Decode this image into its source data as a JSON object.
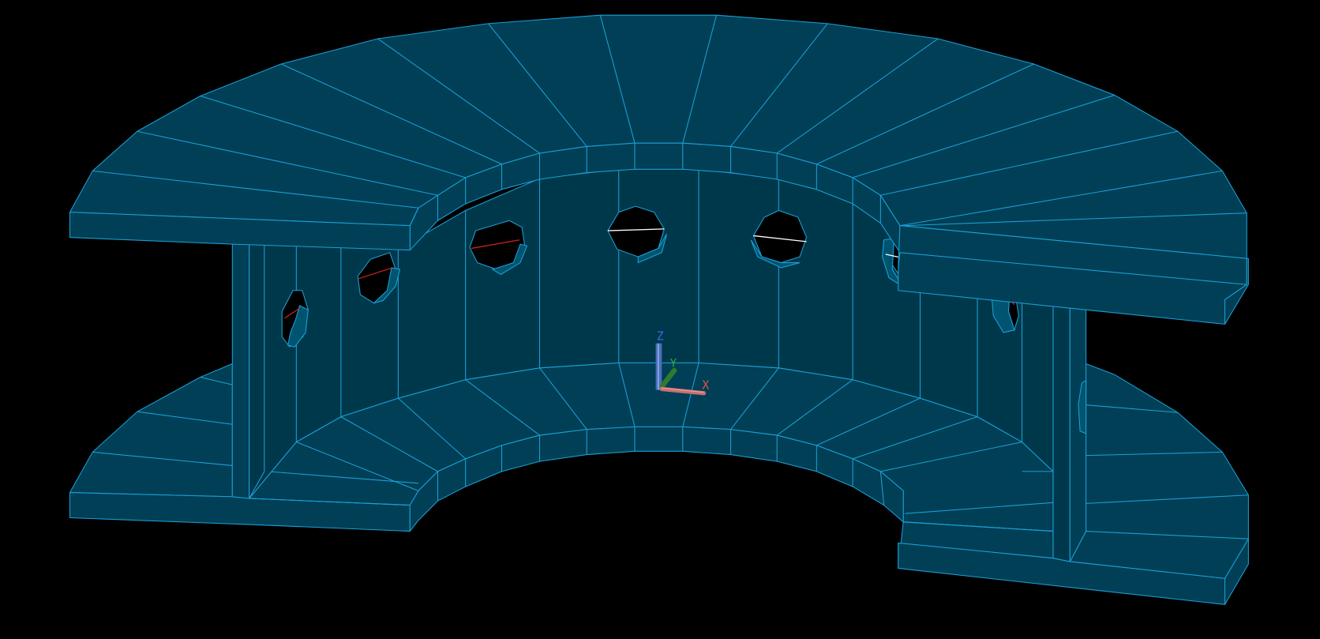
{
  "viewport": {
    "name": "3D model viewport",
    "background": "#000000",
    "visual_style": "shaded with edges",
    "face_color": "#003f55",
    "edge_color": "#1a9fd6"
  },
  "model": {
    "description": "Curved I-beam ring segment (annular top and bottom flanges with web) and circular bolt holes along the web",
    "hole_count_visible": 8
  },
  "ucs_icon": {
    "x_label": "X",
    "y_label": "Y",
    "z_label": "Z",
    "x_color": "#e05050",
    "y_color": "#30b030",
    "z_color": "#3070e0"
  }
}
